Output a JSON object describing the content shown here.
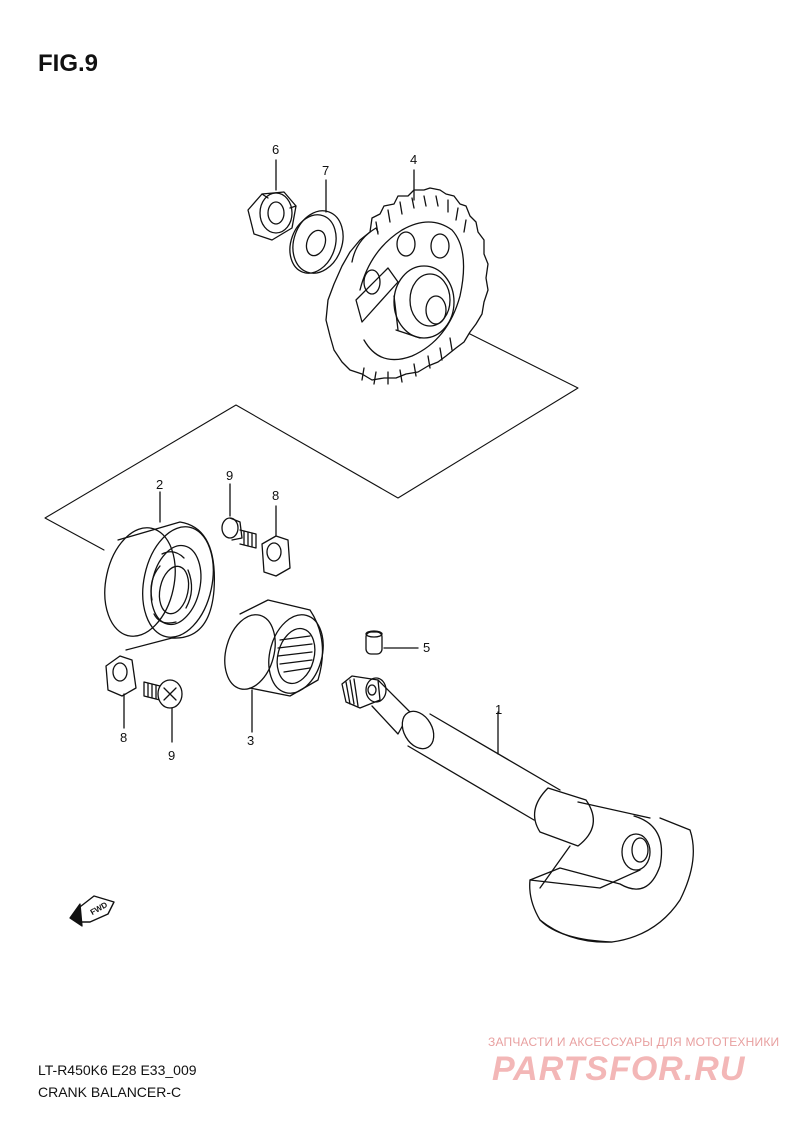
{
  "figure": {
    "title": "FIG.9"
  },
  "callouts": [
    {
      "id": "c6",
      "text": "6"
    },
    {
      "id": "c7",
      "text": "7"
    },
    {
      "id": "c4",
      "text": "4"
    },
    {
      "id": "c2",
      "text": "2"
    },
    {
      "id": "c9a",
      "text": "9"
    },
    {
      "id": "c8a",
      "text": "8"
    },
    {
      "id": "c5",
      "text": "5"
    },
    {
      "id": "c1",
      "text": "1"
    },
    {
      "id": "c8b",
      "text": "8"
    },
    {
      "id": "c9b",
      "text": "9"
    },
    {
      "id": "c3",
      "text": "3"
    }
  ],
  "fwd_label": "FWD",
  "footer": {
    "model": "LT-R450K6 E28 E33_009",
    "section": "CRANK BALANCER-C"
  },
  "watermark": {
    "tagline": "ЗАПЧАСТИ И АКСЕССУАРЫ ДЛЯ МОТОТЕХНИКИ",
    "logo": "PARTSFOR.RU"
  }
}
